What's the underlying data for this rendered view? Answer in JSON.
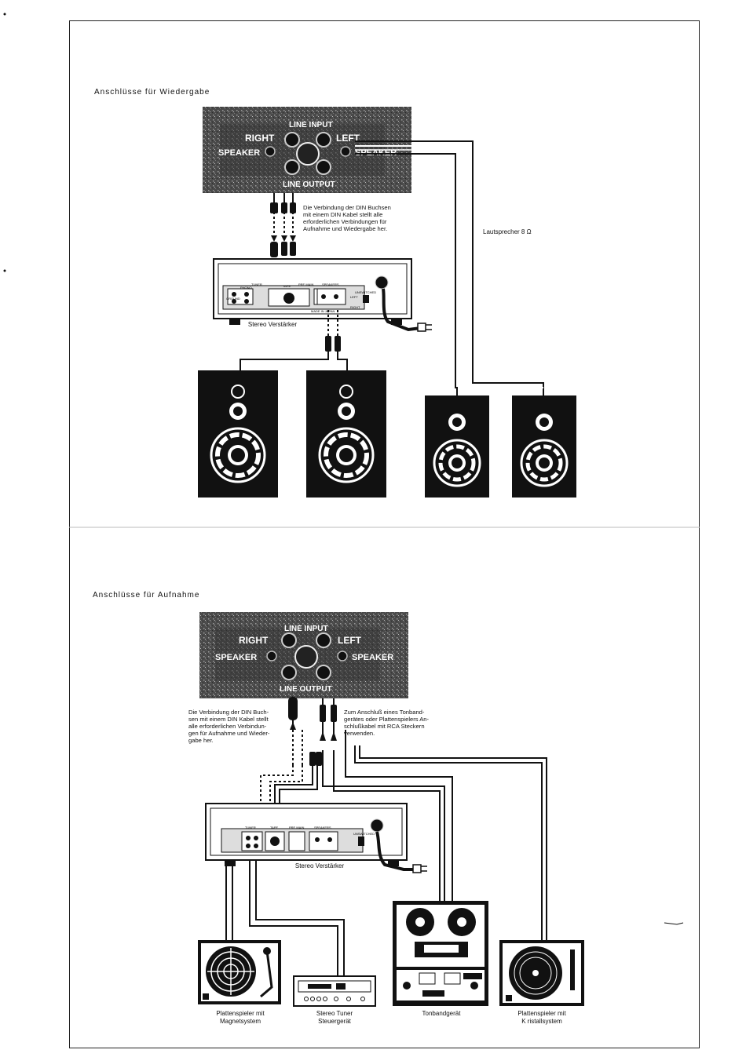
{
  "playback": {
    "heading": "Anschlüsse für Wiedergabe",
    "panel": {
      "line_input": "LINE INPUT",
      "right": "RIGHT",
      "left": "LEFT",
      "speaker_left": "SPEAKER",
      "speaker_right": "SPEAKER",
      "line_output": "LINE OUTPUT"
    },
    "din_note": "Die Verbindung der DIN Buchsen\nmit einem DIN Kabel stellt alle\nerforderlichen Verbindungen für\nAufnahme und Wiedergabe her.",
    "speaker_note": "Lautsprecher 8 Ω",
    "amplifier_label": "Stereo Verstärker"
  },
  "recording": {
    "heading": "Anschlüsse für Aufnahme",
    "panel": {
      "line_input": "LINE INPUT",
      "right": "RIGHT",
      "left": "LEFT",
      "speaker_left": "SPEAKER",
      "speaker_right": "SPEAKER",
      "line_output": "LINE OUTPUT"
    },
    "din_note": "Die Verbindung der DIN Buch-\nsen mit einem DIN Kabel stellt\nalle erforderlichen Verbindun-\ngen für Aufnahme und Wieder-\ngabe her.",
    "rca_note": "Zum Anschluß eines Tonband-\ngerätes oder Plattenspielers An-\nschlußkabel mit RCA Steckern\nverwenden.",
    "amplifier_label": "Stereo Verstärker",
    "devices": {
      "turntable_magnetic": "Plattenspieler mit\nMagnetsystem",
      "tuner": "Stereo Tuner\nSteuergerät",
      "tape_deck": "Tonbandgerät",
      "turntable_crystal": "Plattenspieler mit\nK ristallsystem"
    }
  },
  "amp_panel": {
    "tuner": "TUNER",
    "phono": "PHONO",
    "tape": "TAPE",
    "pre_main": "PRE MAIN",
    "speakers": "SPEAKERS",
    "unswitched": "UNSWITCHED",
    "left": "LEFT",
    "right": "RIGHT",
    "ground": "GROUND",
    "made_in": "MADE IN JAPAN"
  }
}
